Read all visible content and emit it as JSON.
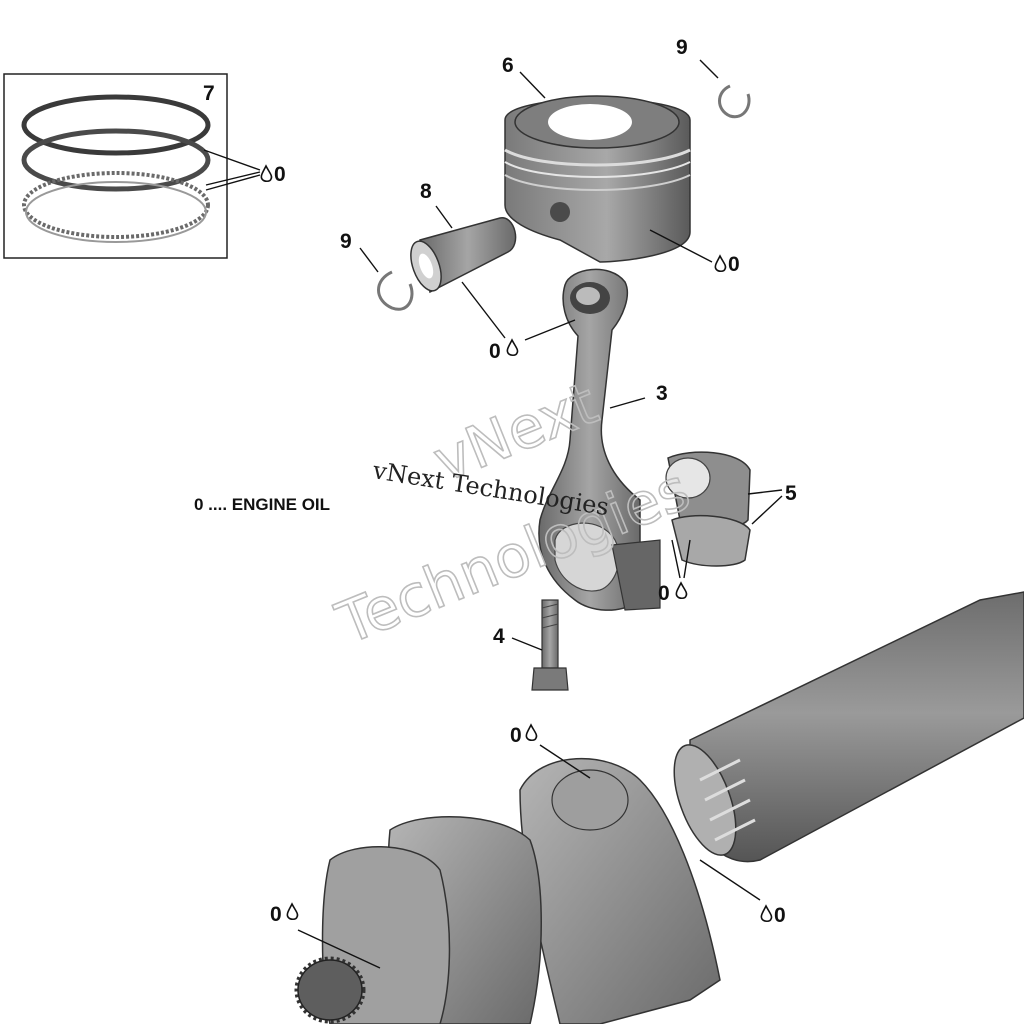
{
  "legend": {
    "text": "0 .... ENGINE OIL"
  },
  "callouts": {
    "c3": "3",
    "c4": "4",
    "c5": "5",
    "c6": "6",
    "c7": "7",
    "c8": "8",
    "c9_top": "9",
    "c9_left": "9"
  },
  "oil_marks": {
    "symbol": "0",
    "rings": "0",
    "piston": "0",
    "pin": "0",
    "bearings": "0",
    "crank_top": "0",
    "crank_right": "0",
    "crank_left": "0"
  },
  "watermark": {
    "brand_line1": "vNext",
    "brand_line2": "Technologies",
    "brand_text": "vNext Technologies"
  },
  "colors": {
    "part_fill": "#8a8a8a",
    "part_dark": "#5e5e5e",
    "part_light": "#bfbfbf",
    "ink": "#111111"
  }
}
